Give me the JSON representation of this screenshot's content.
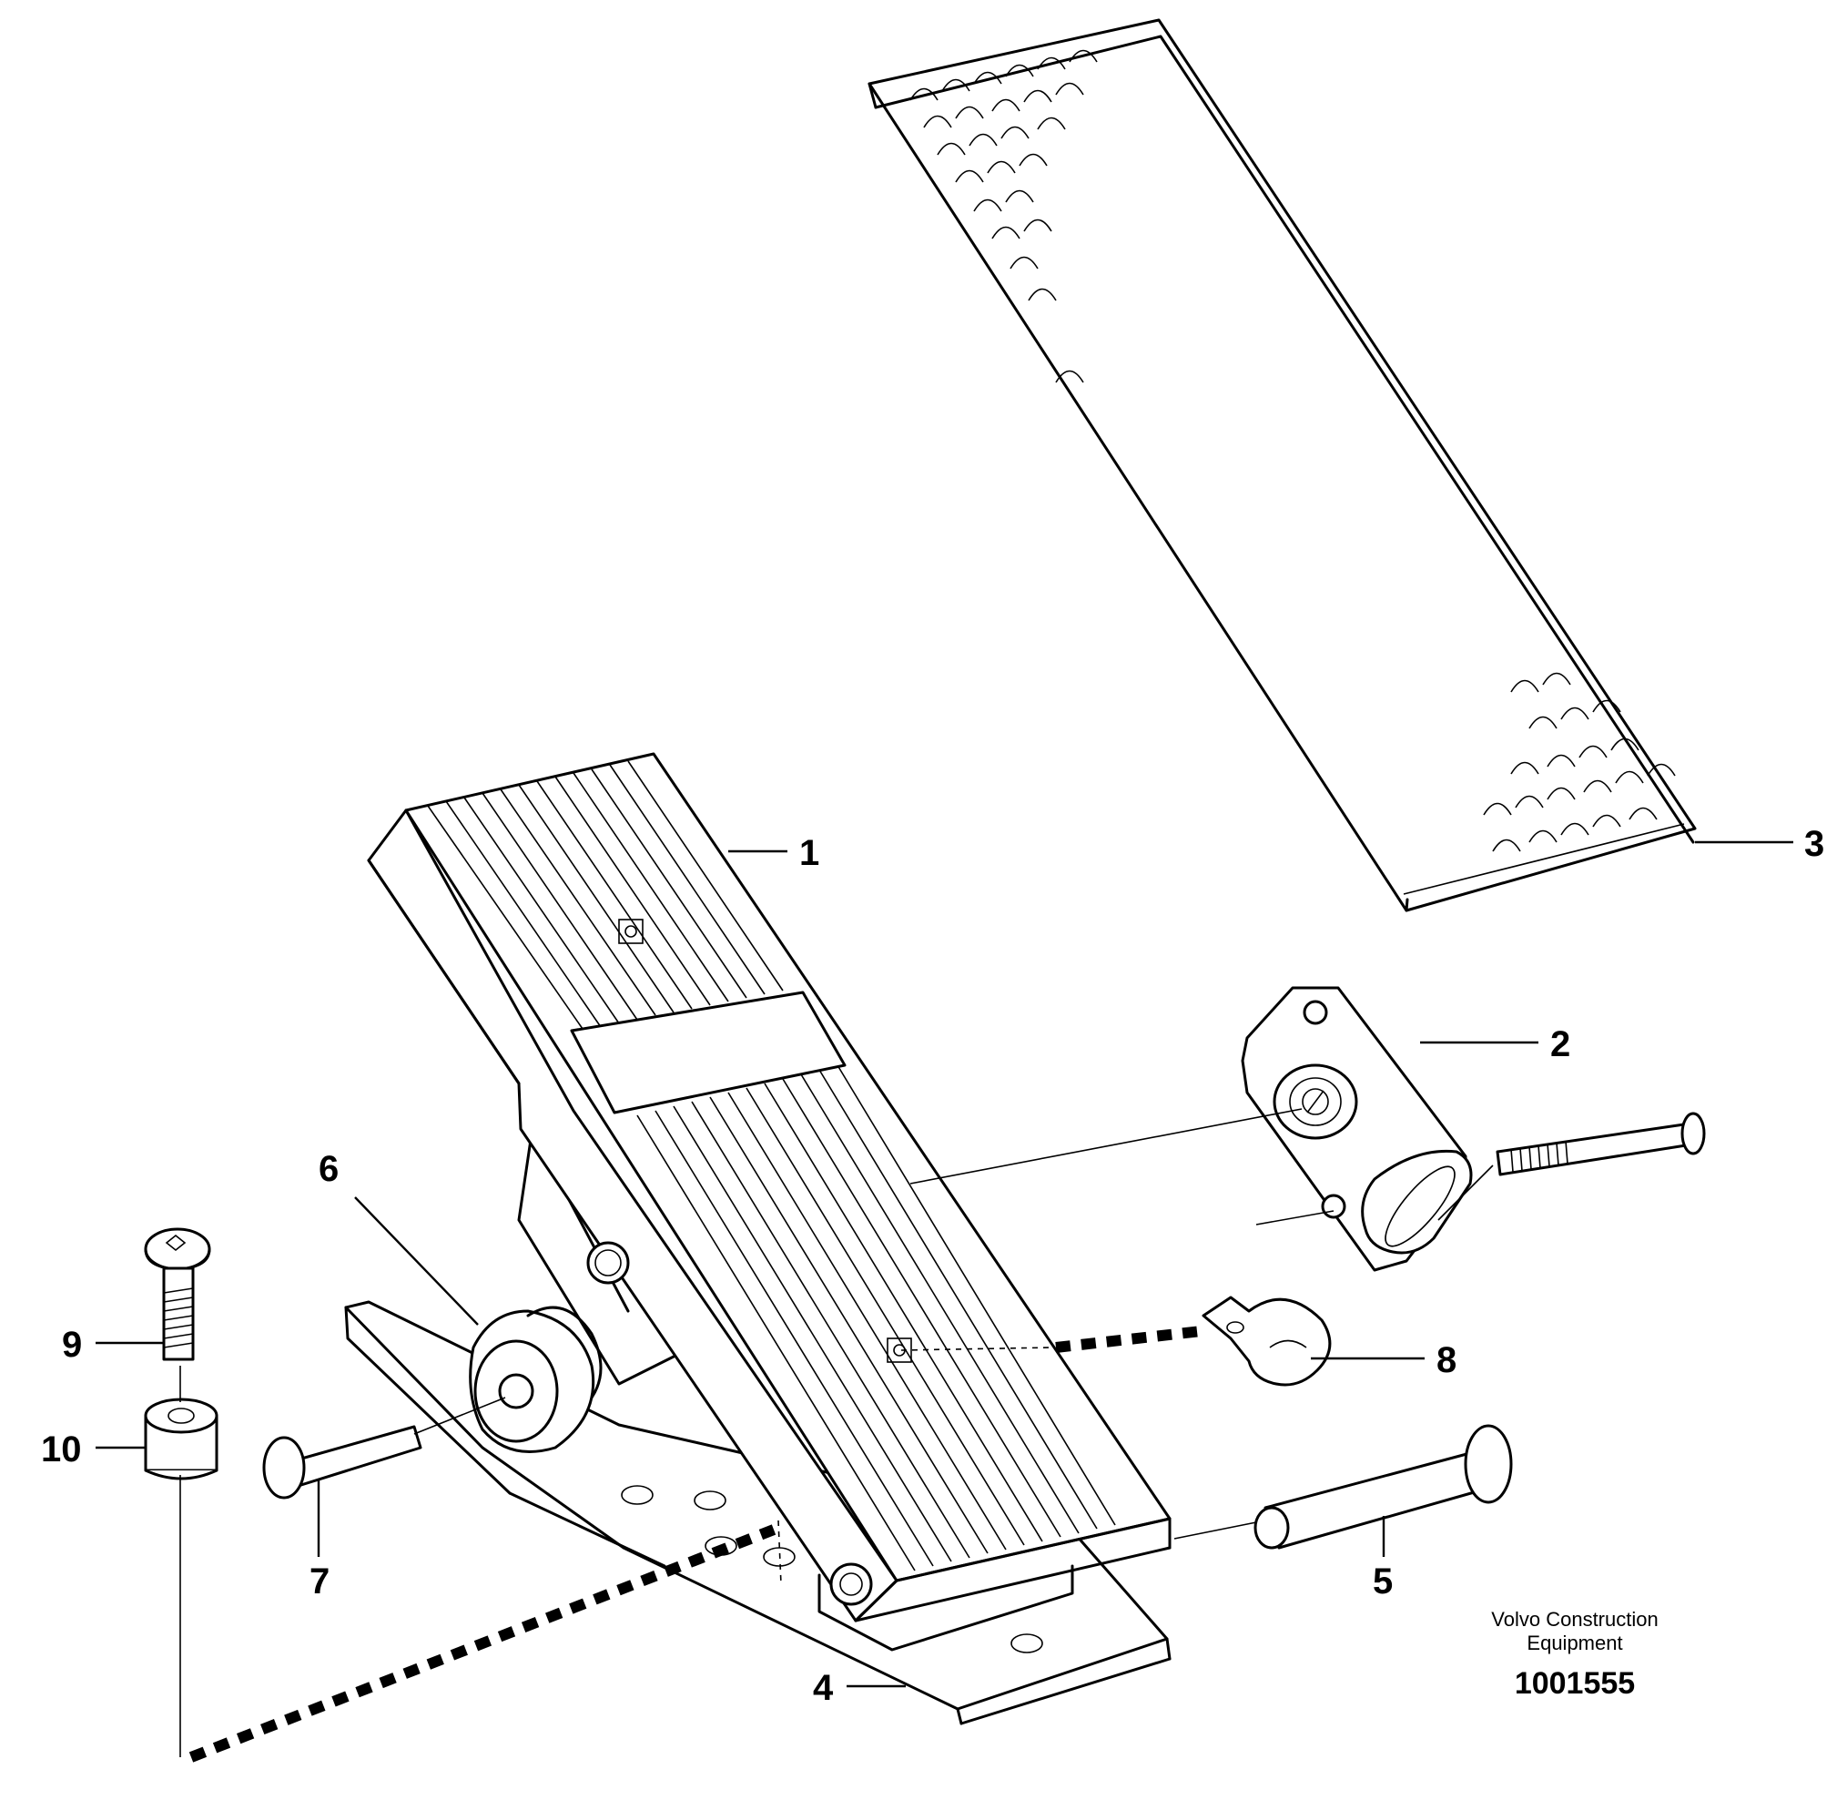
{
  "callouts": {
    "c1": "1",
    "c2": "2",
    "c3": "3",
    "c4": "4",
    "c5": "5",
    "c6": "6",
    "c7": "7",
    "c8": "8",
    "c9": "9",
    "c10": "10"
  },
  "footer": {
    "company_line1": "Volvo Construction",
    "company_line2": "Equipment",
    "document_number": "1001555"
  }
}
